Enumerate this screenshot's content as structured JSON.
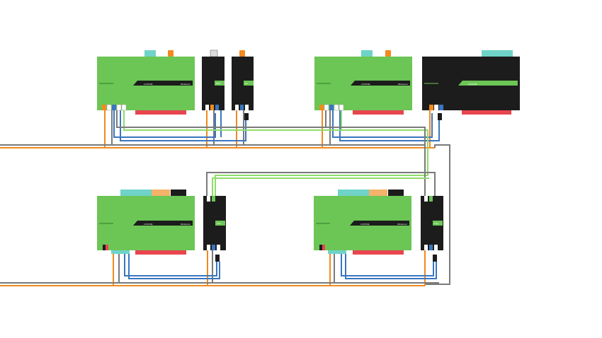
{
  "diagram": {
    "brand_label": "LOXONE",
    "miniserver_label": "Miniserver",
    "ext_label_top_1": "DMX",
    "ext_label_top_2": "Air",
    "ext_label_bottom": "Tree",
    "colors": {
      "green": "#6cc655",
      "black": "#1c1c1c",
      "orange": "#f28a1e",
      "blue": "#3a76c0",
      "gray": "#7a7a7a",
      "light_green": "#8fdc6b",
      "teal": "#6fd3c8",
      "red": "#e8454f"
    }
  }
}
